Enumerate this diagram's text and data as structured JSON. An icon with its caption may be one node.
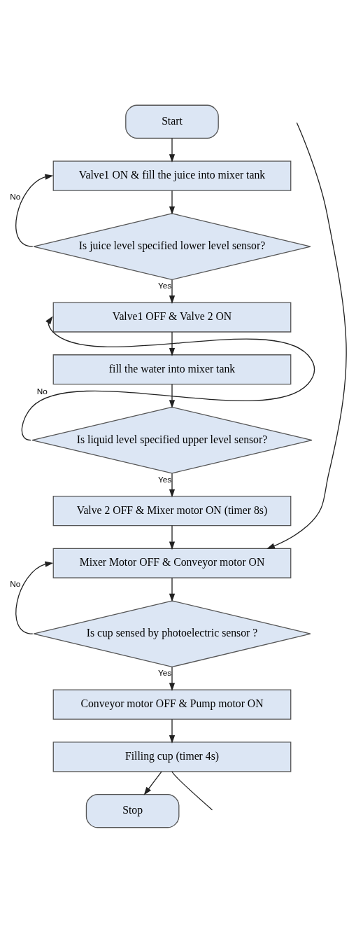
{
  "diagram": {
    "nodes": [
      {
        "text": [
          "Start"
        ]
      },
      {
        "text": [
          "Valve1 ON & fill the juice into mixer tank"
        ]
      },
      {
        "text": [
          "Is juice level specified lower level sensor?"
        ]
      },
      {
        "text": [
          "Valve1 OFF & Valve 2 ON"
        ]
      },
      {
        "text": [
          "fill the water into mixer tank"
        ]
      },
      {
        "text": [
          "Is liquid level specified upper level sensor?"
        ]
      },
      {
        "text": [
          "Valve 2 OFF & Mixer motor ON (timer 8s)"
        ]
      },
      {
        "text": [
          "Mixer Motor OFF & Conveyor motor ON"
        ]
      },
      {
        "text": [
          "Is cup sensed by photoelectric sensor ?"
        ]
      },
      {
        "text": [
          "Conveyor motor OFF & Pump motor ON"
        ]
      },
      {
        "text": [
          "Filling cup (timer 4s)"
        ]
      },
      {
        "text": [
          "Stop"
        ]
      }
    ],
    "edges": [
      {
        "from": 0,
        "to": 1,
        "arrow": "to"
      },
      {
        "from": 1,
        "to": 2,
        "arrow": "to"
      },
      {
        "from": 2,
        "to": 1,
        "arrow": "to",
        "label": "No"
      },
      {
        "from": 2,
        "to": 3,
        "arrow": "to",
        "label": "Yes"
      },
      {
        "from": 3,
        "to": 4,
        "arrow": "to"
      },
      {
        "from": 4,
        "to": 5,
        "arrow": "to"
      },
      {
        "from": 5,
        "to": 3,
        "arrow": "to",
        "label": "No"
      },
      {
        "from": 5,
        "to": 6,
        "arrow": "to",
        "label": "Yes"
      },
      {
        "from": 6,
        "to": 7,
        "arrow": "to"
      },
      {
        "from": null,
        "to": 7,
        "arrow": "to"
      },
      {
        "from": 7,
        "to": 8,
        "arrow": "to"
      },
      {
        "from": 8,
        "to": 7,
        "arrow": "to",
        "label": "No"
      },
      {
        "from": 8,
        "to": 9,
        "arrow": "to",
        "label": "Yes"
      },
      {
        "from": 9,
        "to": 10,
        "arrow": "to"
      },
      {
        "from": 10,
        "to": 11,
        "arrow": "to"
      },
      {
        "from": 10,
        "to": null,
        "arrow": "none"
      }
    ]
  }
}
